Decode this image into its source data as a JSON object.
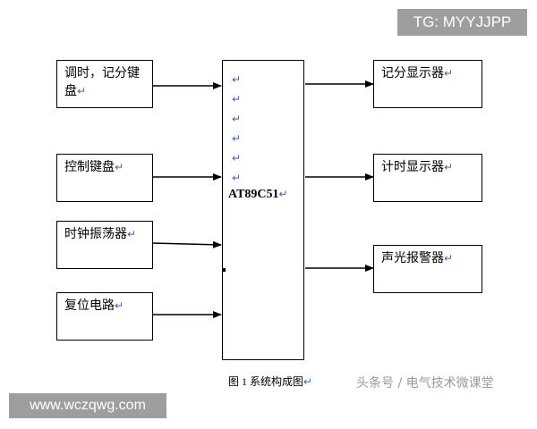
{
  "diagram": {
    "inputs": [
      {
        "label": "调时，记分键盘"
      },
      {
        "label": "控制键盘"
      },
      {
        "label": "时钟振荡器"
      },
      {
        "label": "复位电路"
      }
    ],
    "outputs": [
      {
        "label": "记分显示器"
      },
      {
        "label": "计时显示器"
      },
      {
        "label": "声光报警器"
      }
    ],
    "mcu": {
      "label": "AT89C51"
    },
    "return_mark": "↵",
    "caption": "图 1    系统构成图"
  },
  "watermarks": {
    "tg": "TG: MYYJJPP",
    "site": "www.wczqwg.com",
    "source": "头条号 / 电气技术微课堂"
  }
}
